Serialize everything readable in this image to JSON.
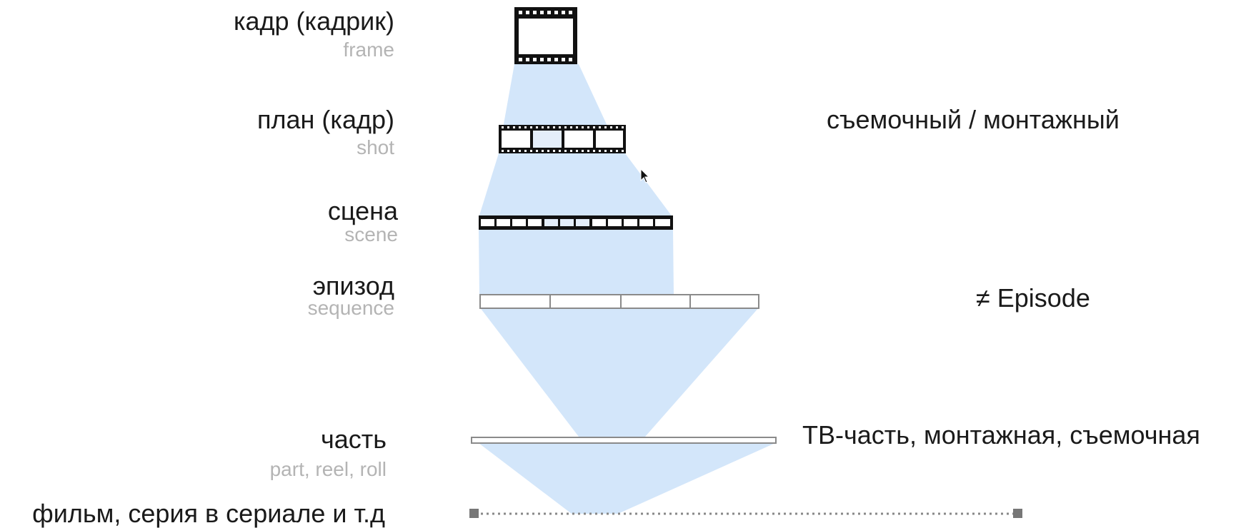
{
  "levels": [
    {
      "ru": "кадр (кадрик)",
      "en": "frame"
    },
    {
      "ru": "план (кадр)",
      "en": "shot"
    },
    {
      "ru": "сцена",
      "en": "scene"
    },
    {
      "ru": "эпизод",
      "en": "sequence"
    },
    {
      "ru": "часть",
      "en": "part, reel, roll"
    },
    {
      "ru": "фильм, серия в сериале и т.д",
      "en": ""
    }
  ],
  "notes": {
    "shot": "съемочный / монтажный",
    "sequence": "≠ Episode",
    "part": "ТВ-часть, монтажная, съемочная"
  },
  "colors": {
    "cone": "#d3e6fa",
    "film": "#111111",
    "outline": "#8a8a8a",
    "dots": "#888888"
  }
}
